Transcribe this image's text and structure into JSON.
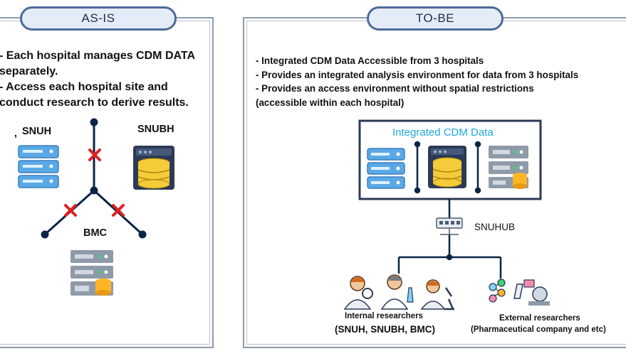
{
  "asis": {
    "title": "AS-IS",
    "bullets": [
      "- Each hospital manages CDM DATA",
      "  separately.",
      "- Access each hospital site and",
      "  conduct research to derive results."
    ],
    "sites": {
      "snuh": "SNUH",
      "snubh": "SNUBH",
      "bmc": "BMC"
    },
    "dot": ","
  },
  "tobe": {
    "title": "TO-BE",
    "bullets": [
      "- Integrated CDM Data Accessible from 3 hospitals",
      "- Provides an integrated analysis environment for data from 3 hospitals",
      "- Provides an access environment without spatial restrictions",
      "(accessible within each hospital)"
    ],
    "integrated_title": "Integrated CDM Data",
    "hub_label": "SNUHUB",
    "internal": {
      "label": "Internal researchers",
      "sub": "(SNUH, SNUBH, BMC)"
    },
    "external": {
      "label": "External researchers",
      "sub": "(Pharmaceutical company and etc)"
    }
  },
  "colors": {
    "accent_text": "#1ea8e0",
    "pill_border": "#4c6b99",
    "pill_fill": "#e4ecf7",
    "cross": "#e02020",
    "line": "#0b2447"
  }
}
